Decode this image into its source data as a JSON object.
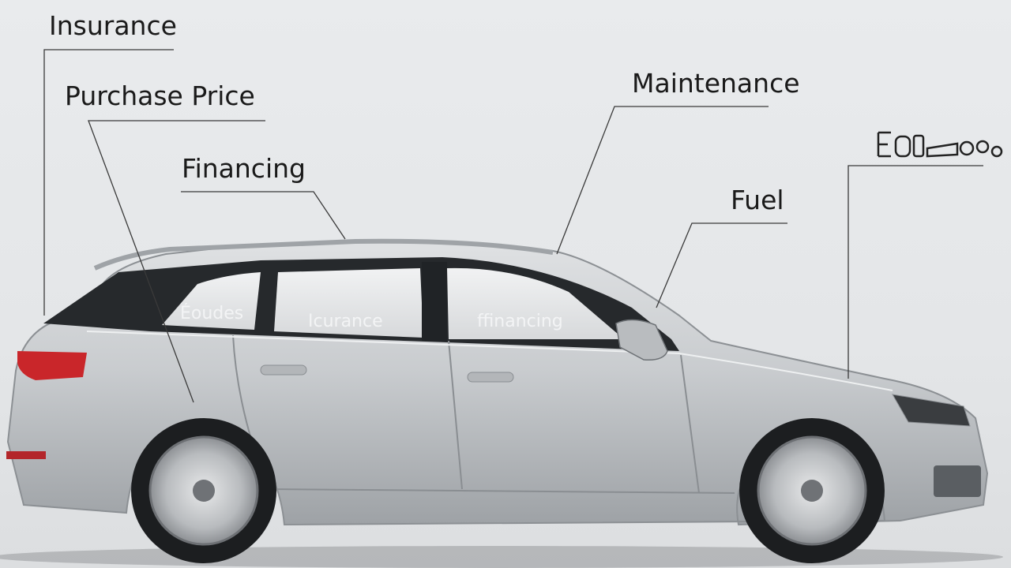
{
  "callouts": {
    "insurance": "Insurance",
    "purchase_price": "Purchase Price",
    "financing": "Financing",
    "maintenance": "Maintenance",
    "fuel": "Fuel"
  },
  "window_text": {
    "rear": "Éoudes",
    "middle": "Icurance",
    "front": "ffinancing"
  },
  "colors": {
    "body": "#c7cacd",
    "body_dark": "#a3a7ab",
    "glass": "#2b2e31",
    "tail_light": "#c9262a",
    "background": "#e9ebed"
  }
}
